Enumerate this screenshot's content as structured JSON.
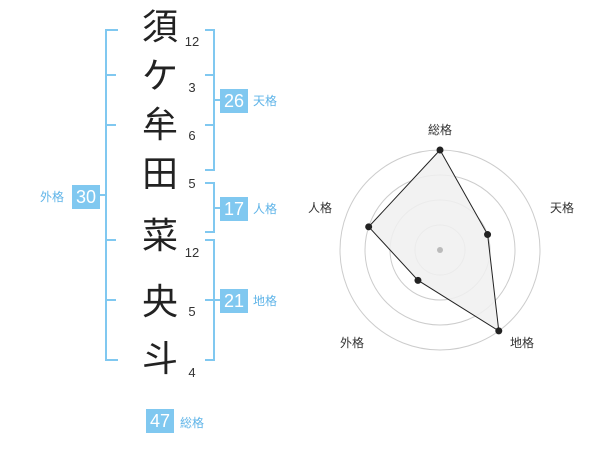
{
  "name_chars": [
    {
      "char": "須",
      "strokes": "12"
    },
    {
      "char": "ケ",
      "strokes": "3"
    },
    {
      "char": "牟",
      "strokes": "6"
    },
    {
      "char": "田",
      "strokes": "5"
    },
    {
      "char": "菜",
      "strokes": "12"
    },
    {
      "char": "央",
      "strokes": "5"
    },
    {
      "char": "斗",
      "strokes": "4"
    }
  ],
  "kaku": {
    "tenkaku": {
      "value": "26",
      "label": "天格"
    },
    "jinkaku": {
      "value": "17",
      "label": "人格"
    },
    "chikaku": {
      "value": "21",
      "label": "地格"
    },
    "gaikaku": {
      "value": "30",
      "label": "外格"
    },
    "soukaku": {
      "value": "47",
      "label": "総格"
    }
  },
  "colors": {
    "accent": "#80c8f0",
    "accent_text": "#5fb4e8",
    "bracket": "#80c8f0",
    "radar_fill": "#f0f0f0",
    "radar_line": "#222222",
    "grid": "#cccccc"
  },
  "radar": {
    "axes": [
      "総格",
      "天格",
      "地格",
      "外格",
      "人格"
    ],
    "levels": 4,
    "max": 4,
    "values": [
      4,
      2,
      4,
      1.5,
      3
    ]
  }
}
